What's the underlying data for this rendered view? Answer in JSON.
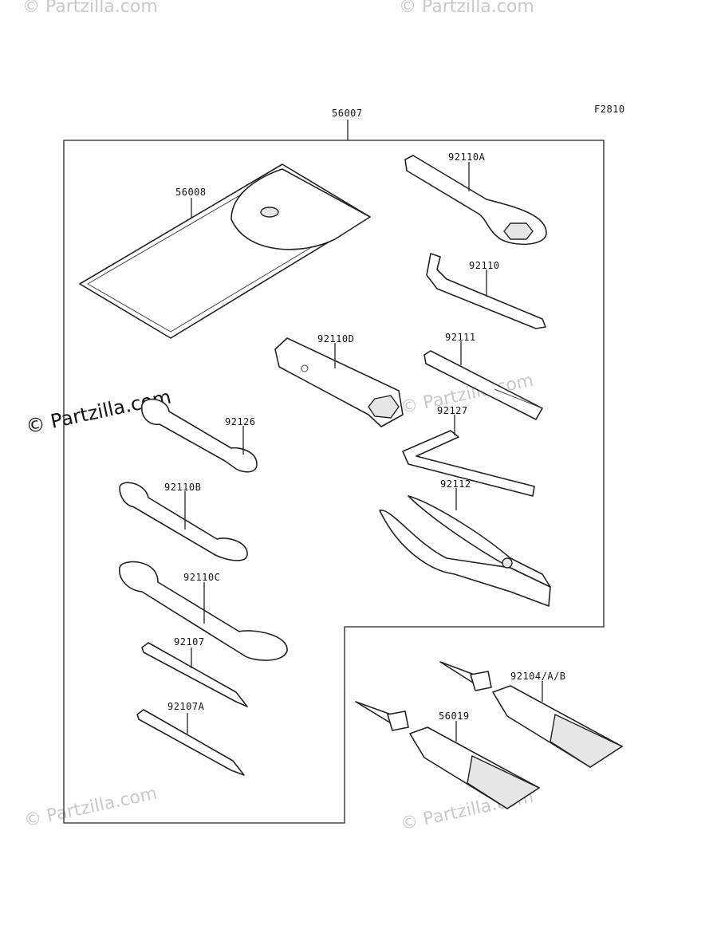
{
  "figure_code": "F2810",
  "watermarks": {
    "light": "© Partzilla.com",
    "dark": "© Partzilla.com"
  },
  "parts": {
    "kit": "56007",
    "pouch": "56008",
    "wrench_a": "92110A",
    "hook_wrench": "92110",
    "box_wrench": "92110D",
    "bar": "92111",
    "wrench_126": "92126",
    "hex_key": "92127",
    "wrench_b": "92110B",
    "pliers": "92112",
    "wrench_c": "92110C",
    "screwdriver": "92107",
    "screwdriver_a": "92107A",
    "grease_tube_1": "92104/A/B",
    "grease_tube_2": "56019"
  }
}
